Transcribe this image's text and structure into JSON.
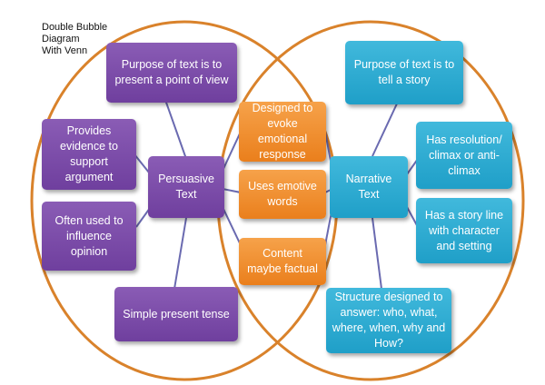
{
  "caption": "Double Bubble\nDiagram\nWith Venn",
  "colors": {
    "left_node": "#7a4aa8",
    "shared_node": "#f08c2c",
    "right_node": "#2ba8d2",
    "venn_circles": "#d9822b",
    "connectors": "#6a6ab0"
  },
  "left_hub": "Persuasive Text",
  "right_hub": "Narrative Text",
  "left_items": [
    "Purpose of text is to present a point of view",
    "Provides evidence to support argument",
    "Often used to influence opinion",
    "Simple present tense"
  ],
  "shared_items": [
    "Designed to evoke emotional response",
    "Uses emotive words",
    "Content maybe factual"
  ],
  "right_items": [
    "Purpose of text is to tell a story",
    "Has resolution/ climax or   anti-climax",
    "Has a story line with character and setting",
    "Structure designed to answer: who, what, where, when, why and How?"
  ]
}
